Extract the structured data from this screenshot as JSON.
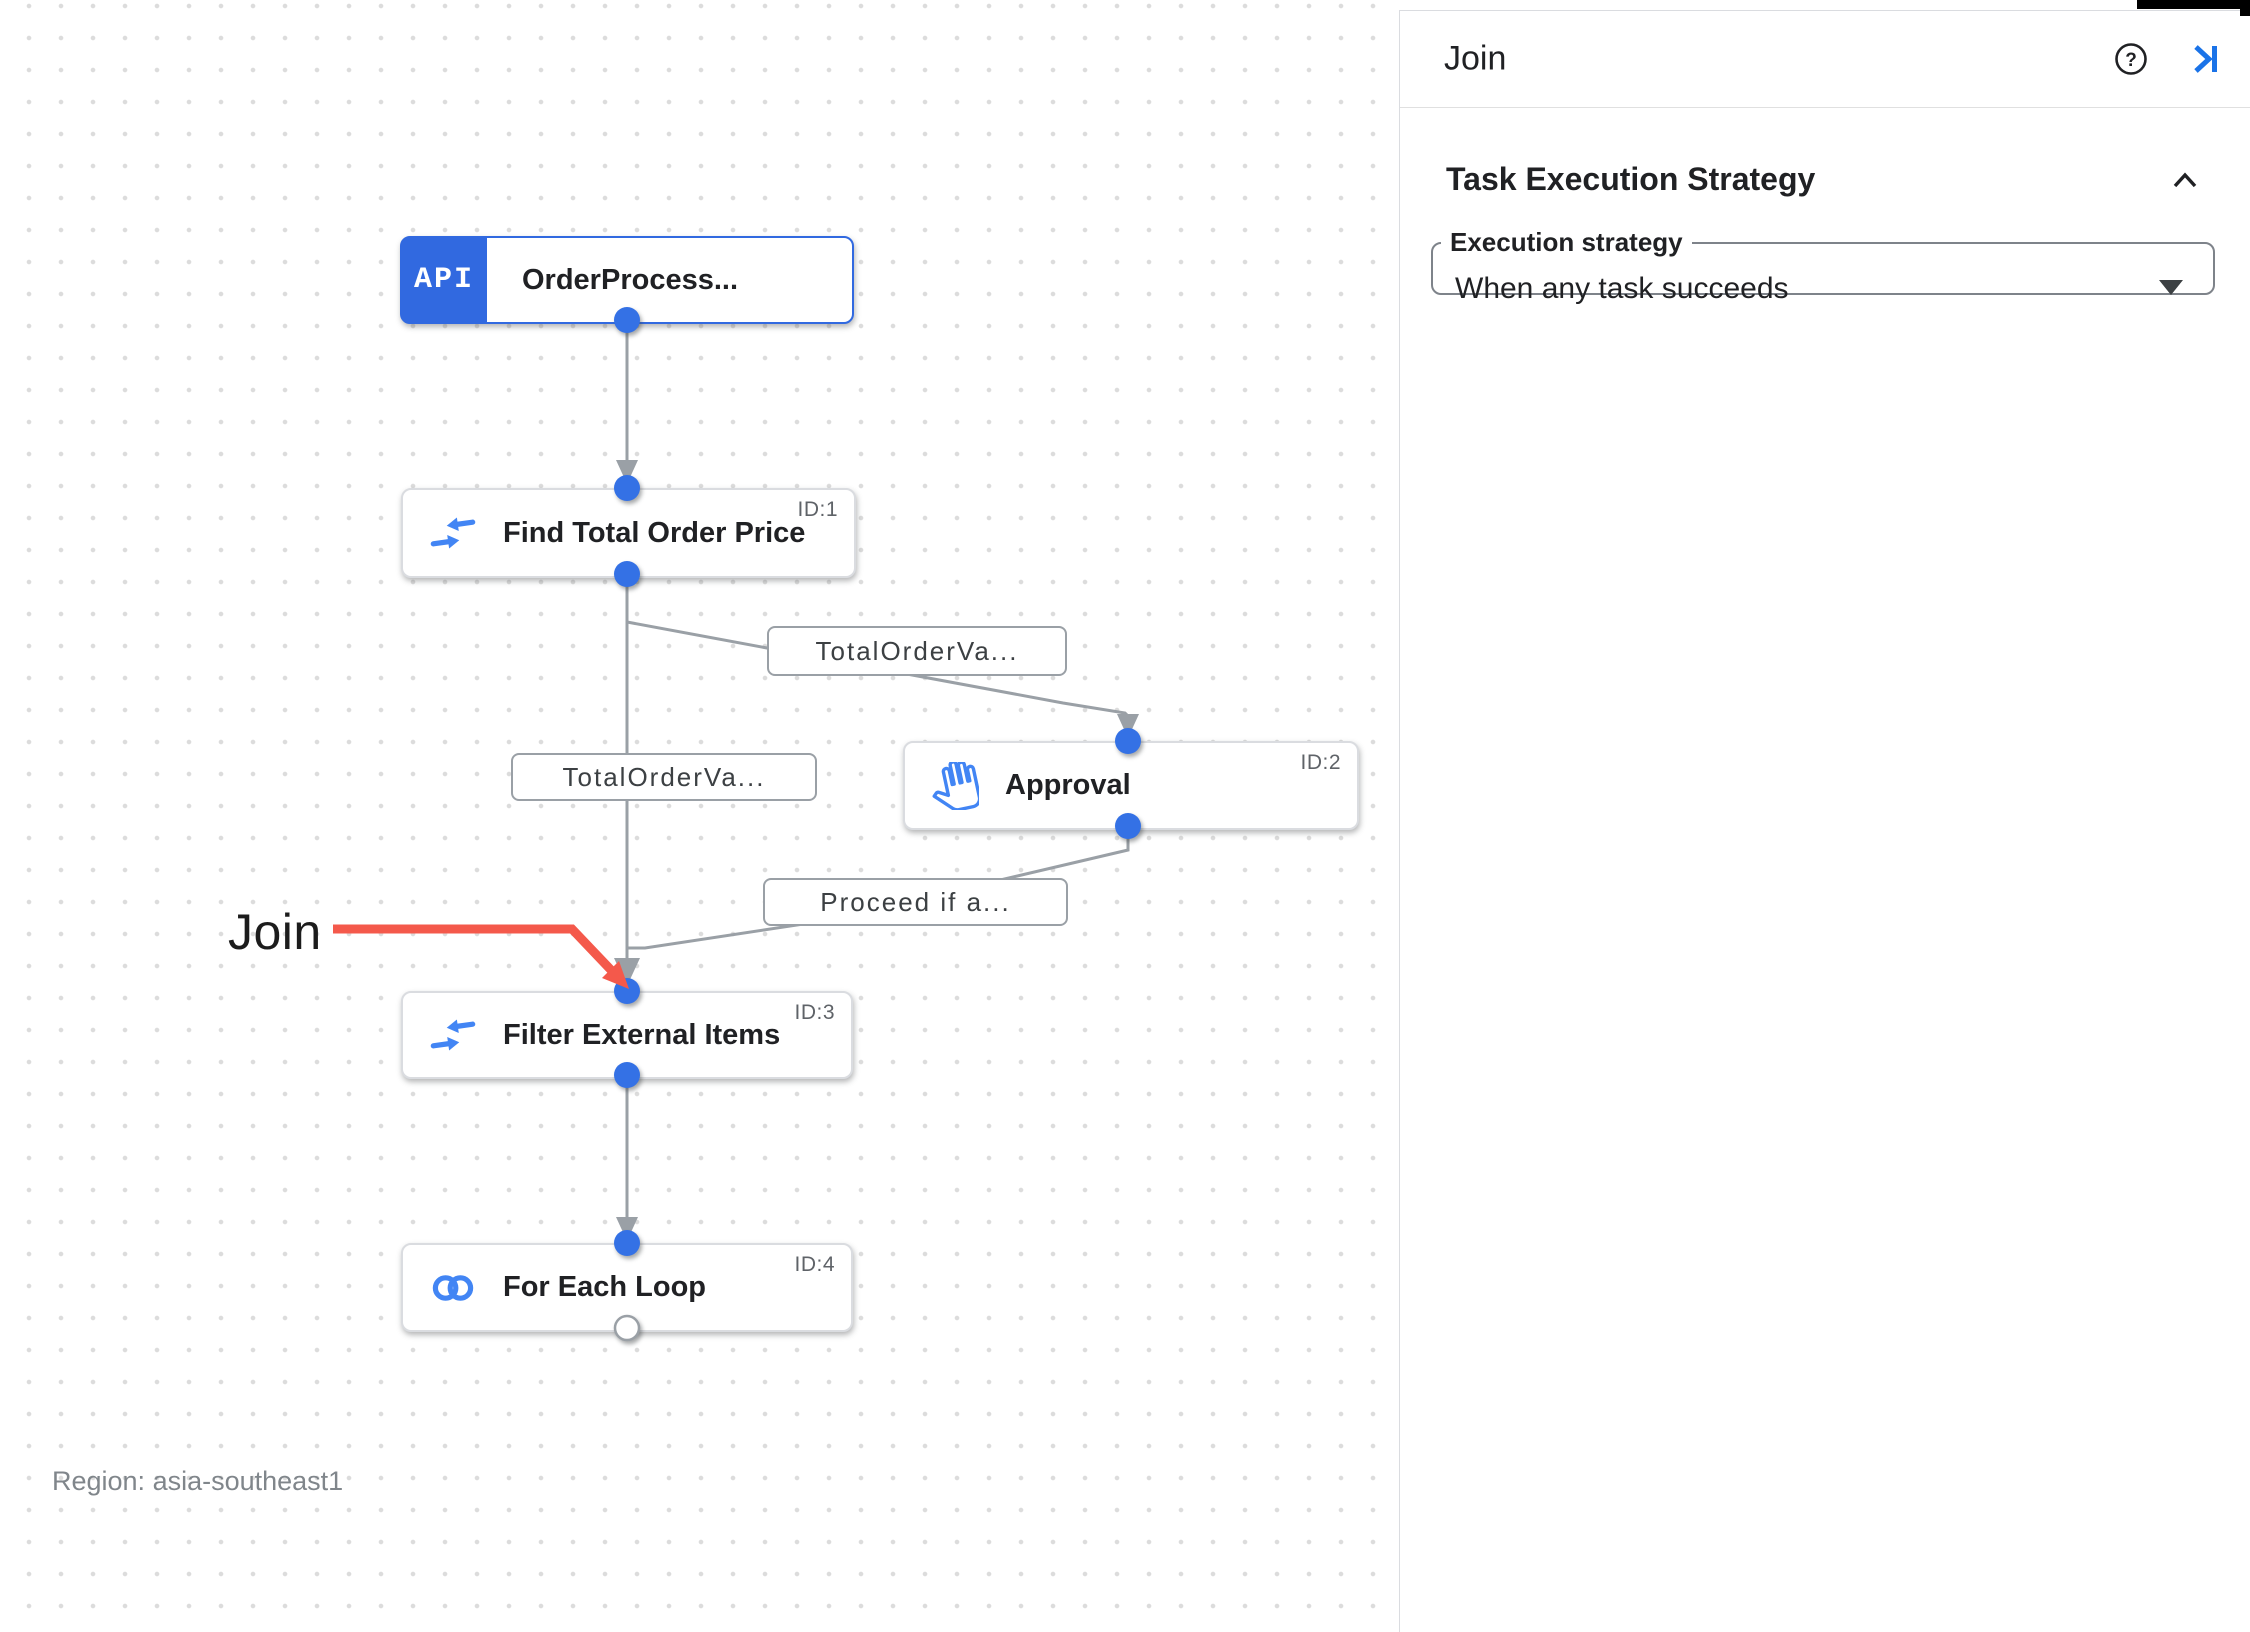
{
  "colors": {
    "primary_blue": "#1a73e8",
    "node_blue": "#3169e0",
    "icon_blue": "#4285f4",
    "dot_blue": "#3471e5",
    "edge_gray": "#9aa0a6",
    "annotation_red": "#f4594b"
  },
  "canvas": {
    "annotation": {
      "label": "Join"
    },
    "region_label": "Region: asia-southeast1",
    "nodes": [
      {
        "type": "api-trigger",
        "badge": "API",
        "label": "OrderProcess...",
        "id": ""
      },
      {
        "type": "task",
        "icon": "data-mapping-icon",
        "label": "Find Total Order Price",
        "id": "ID:1"
      },
      {
        "type": "task",
        "icon": "approval-hand-icon",
        "label": "Approval",
        "id": "ID:2"
      },
      {
        "type": "task",
        "icon": "data-mapping-icon",
        "label": "Filter External Items",
        "id": "ID:3"
      },
      {
        "type": "task",
        "icon": "for-each-loop-icon",
        "label": "For Each Loop",
        "id": "ID:4"
      }
    ],
    "edge_labels": [
      {
        "label": "TotalOrderVa..."
      },
      {
        "label": "TotalOrderVa..."
      },
      {
        "label": "Proceed if a..."
      }
    ]
  },
  "panel": {
    "title": "Join",
    "section": {
      "title": "Task Execution Strategy"
    },
    "field": {
      "label": "Execution strategy",
      "value": "When any task succeeds"
    }
  }
}
